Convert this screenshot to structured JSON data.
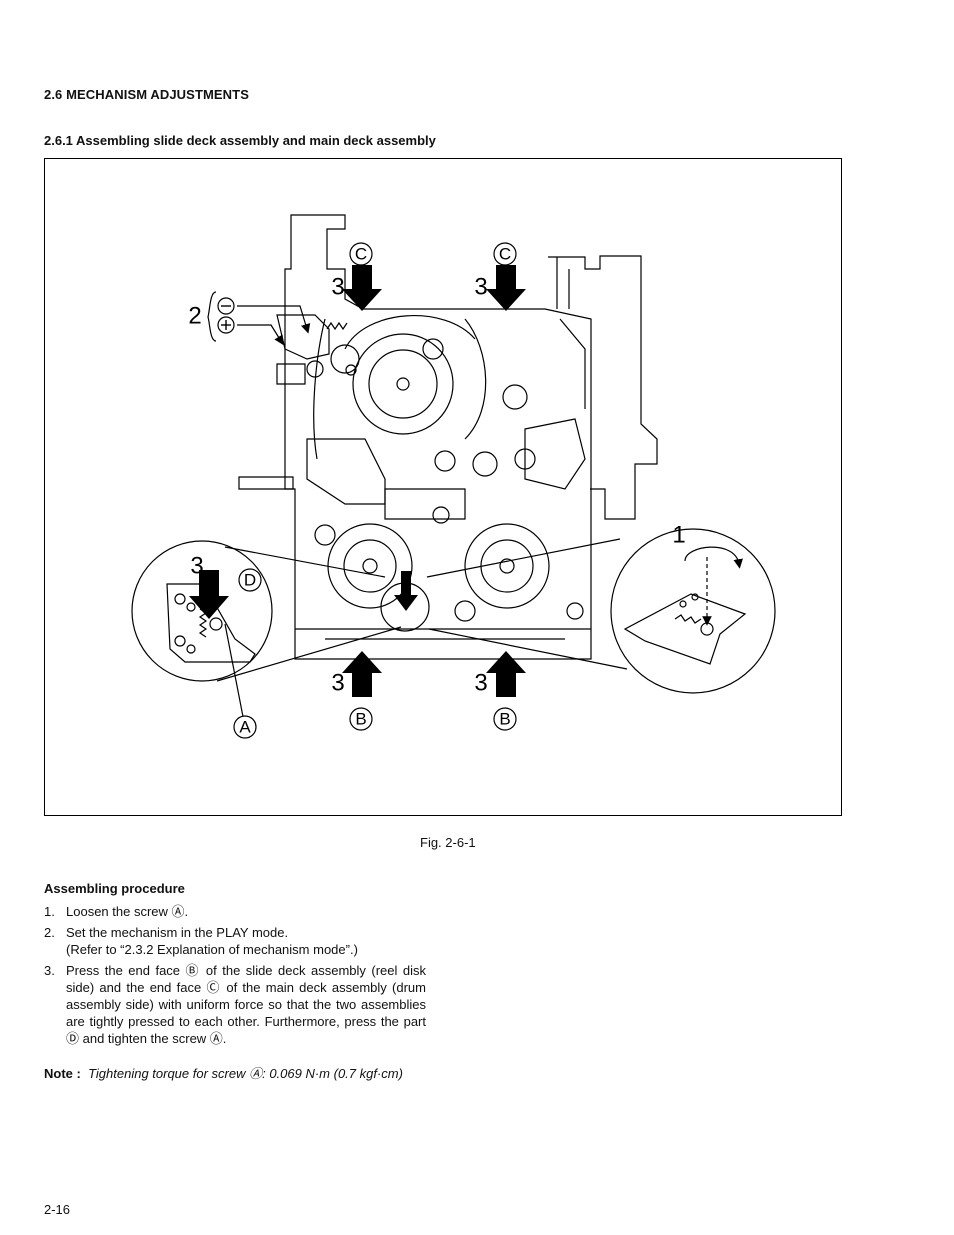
{
  "section": {
    "heading": "2.6  MECHANISM ADJUSTMENTS"
  },
  "subsection": {
    "heading": "2.6.1   Assembling slide deck assembly and main deck assembly"
  },
  "figure": {
    "caption": "Fig. 2-6-1",
    "labels": {
      "c": "C",
      "b": "B",
      "a": "A",
      "d": "D",
      "step1": "1",
      "step2": "2",
      "step3": "3",
      "minus": "⊖",
      "plus": "⊕"
    }
  },
  "procedure": {
    "title": "Assembling procedure",
    "steps": [
      {
        "num": "1.",
        "text": "Loosen the screw Ⓐ."
      },
      {
        "num": "2.",
        "text": "Set the mechanism in the PLAY mode.",
        "sub": "(Refer to “2.3.2 Explanation of mechanism mode”.)"
      },
      {
        "num": "3.",
        "text": "Press the end face Ⓑ of the slide deck assembly (reel disk side) and the end face Ⓒ of the main deck assembly (drum assembly side) with uniform force so that the two assemblies are tightly pressed to each other. Furthermore, press the part  Ⓓ and tighten the screw Ⓐ."
      }
    ]
  },
  "note": {
    "label": "Note :",
    "text": "Tightening torque for screw Ⓐ: 0.069 N·m (0.7 kgf·cm)"
  },
  "page_number": "2-16"
}
